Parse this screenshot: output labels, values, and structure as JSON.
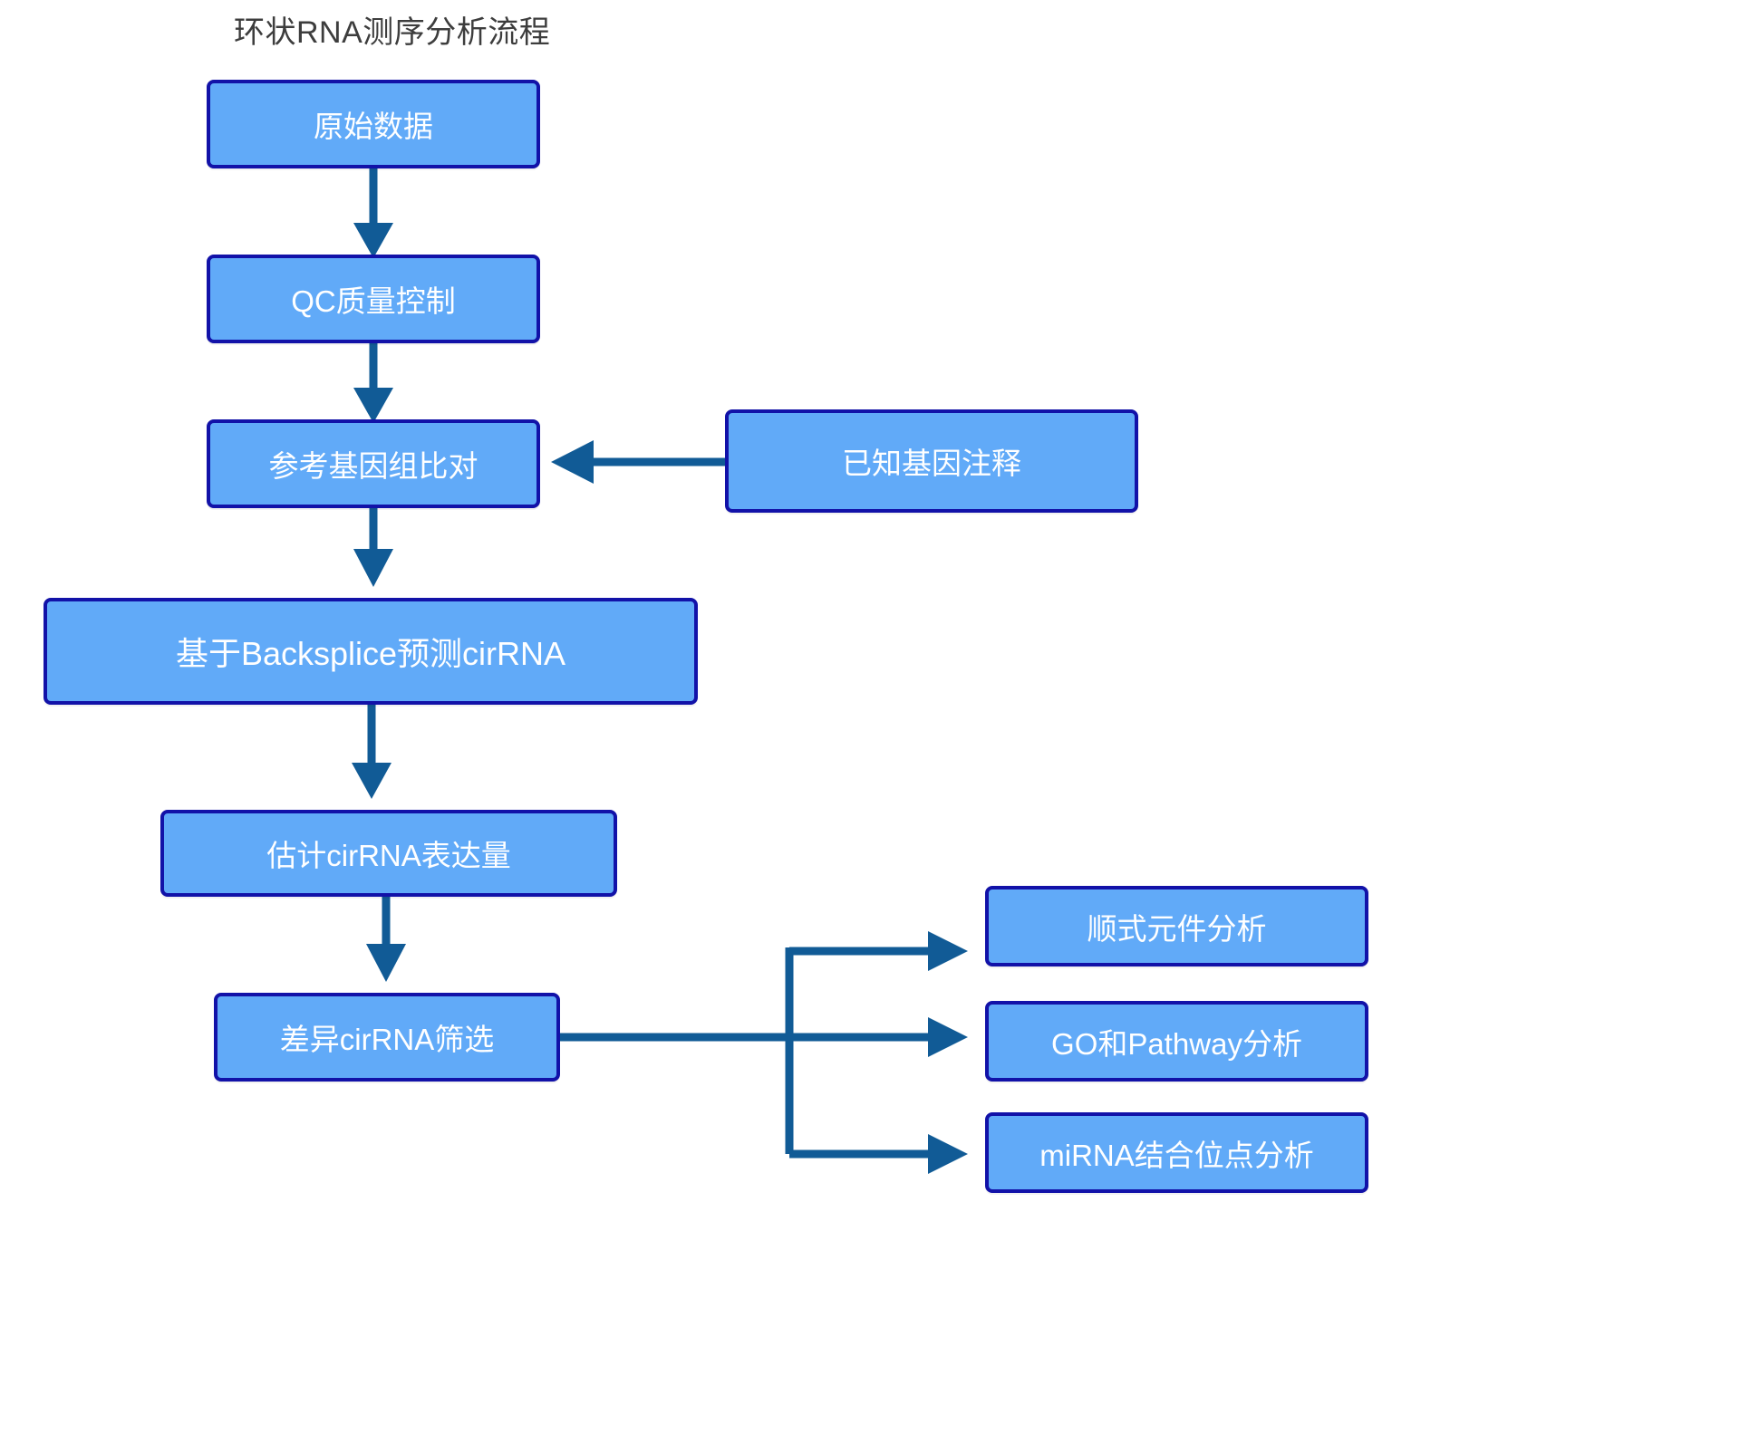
{
  "diagram": {
    "title": "环状RNA测序分析流程",
    "type": "flowchart",
    "colors": {
      "node_fill": "#61aaf8",
      "node_border": "#1212a8",
      "node_text": "#ffffff",
      "arrow": "#115b96",
      "title_text": "#3d3d3d",
      "background": "#ffffff"
    },
    "nodes": [
      {
        "id": "raw",
        "label": "原始数据"
      },
      {
        "id": "qc",
        "label": "QC质量控制"
      },
      {
        "id": "align",
        "label": "参考基因组比对"
      },
      {
        "id": "annotation",
        "label": "已知基因注释"
      },
      {
        "id": "backsplice",
        "label": "基于Backsplice预测cirRNA"
      },
      {
        "id": "express",
        "label": "估计cirRNA表达量"
      },
      {
        "id": "diff",
        "label": "差异cirRNA筛选"
      },
      {
        "id": "cis",
        "label": "顺式元件分析"
      },
      {
        "id": "go",
        "label": "GO和Pathway分析"
      },
      {
        "id": "mirna",
        "label": "miRNA结合位点分析"
      }
    ],
    "edges": [
      {
        "from": "raw",
        "to": "qc",
        "style": "arrow-down"
      },
      {
        "from": "qc",
        "to": "align",
        "style": "arrow-down"
      },
      {
        "from": "align",
        "to": "backsplice",
        "style": "arrow-down"
      },
      {
        "from": "annotation",
        "to": "align",
        "style": "arrow-left"
      },
      {
        "from": "backsplice",
        "to": "express",
        "style": "arrow-down"
      },
      {
        "from": "express",
        "to": "diff",
        "style": "arrow-down"
      },
      {
        "from": "diff",
        "to": "cis",
        "style": "arrow-branch-right"
      },
      {
        "from": "diff",
        "to": "go",
        "style": "arrow-branch-right"
      },
      {
        "from": "diff",
        "to": "mirna",
        "style": "arrow-branch-right"
      }
    ]
  }
}
